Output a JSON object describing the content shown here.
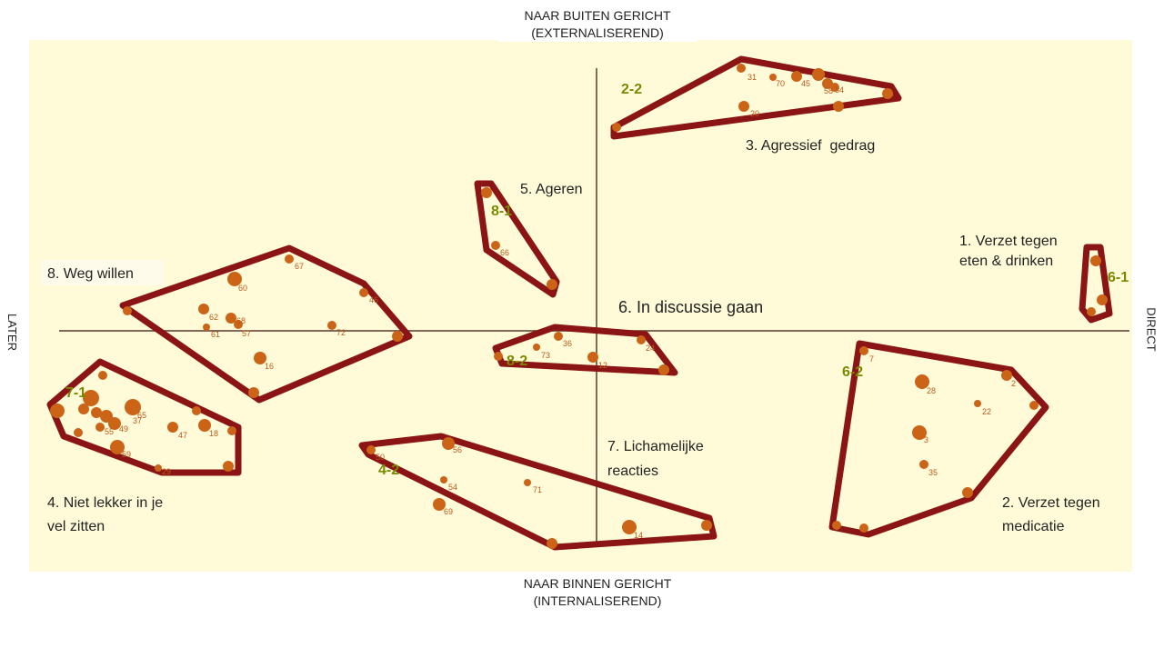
{
  "axes": {
    "top": [
      "NAAR BUITEN GERICHT",
      "(EXTERNALISEREND)"
    ],
    "bottom": [
      "NAAR BINNEN GERICHT",
      "(INTERNALISEREND)"
    ],
    "left": "LATER",
    "right": "DIRECT"
  },
  "clusters": [
    {
      "id": "c1",
      "lines": [
        "1. Verzet tegen",
        "eten & drinken"
      ]
    },
    {
      "id": "c2",
      "lines": [
        "2. Verzet tegen",
        "medicatie"
      ]
    },
    {
      "id": "c3",
      "lines": [
        "3. Agressief  gedrag"
      ]
    },
    {
      "id": "c4",
      "lines": [
        "4. Niet lekker in je",
        "vel zitten"
      ]
    },
    {
      "id": "c5",
      "lines": [
        "5. Ageren"
      ]
    },
    {
      "id": "c6",
      "lines": [
        "6. In discussie gaan"
      ]
    },
    {
      "id": "c7",
      "lines": [
        "7. Lichamelijke",
        "reacties"
      ]
    },
    {
      "id": "c8",
      "lines": [
        "8. Weg willen"
      ]
    }
  ],
  "codes": [
    "2-2",
    "8-1",
    "6-1",
    "8-2",
    "6-2",
    "7-1",
    "4-2"
  ],
  "points": [
    "31",
    "70",
    "45",
    "58",
    "84",
    "20",
    "60",
    "67",
    "62",
    "68",
    "61",
    "57",
    "72",
    "16",
    "46",
    "73",
    "36",
    "12",
    "24",
    "7",
    "28",
    "2",
    "22",
    "3",
    "35",
    "56",
    "50",
    "54",
    "71",
    "14",
    "69",
    "66",
    "37",
    "65",
    "47",
    "18",
    "55",
    "49",
    "59",
    "29"
  ],
  "colors": {
    "background": "#fffbd9",
    "outline": "#8b1414",
    "point": "#cc6418",
    "code": "#7a8a00",
    "axis": "#5a3a2a"
  }
}
